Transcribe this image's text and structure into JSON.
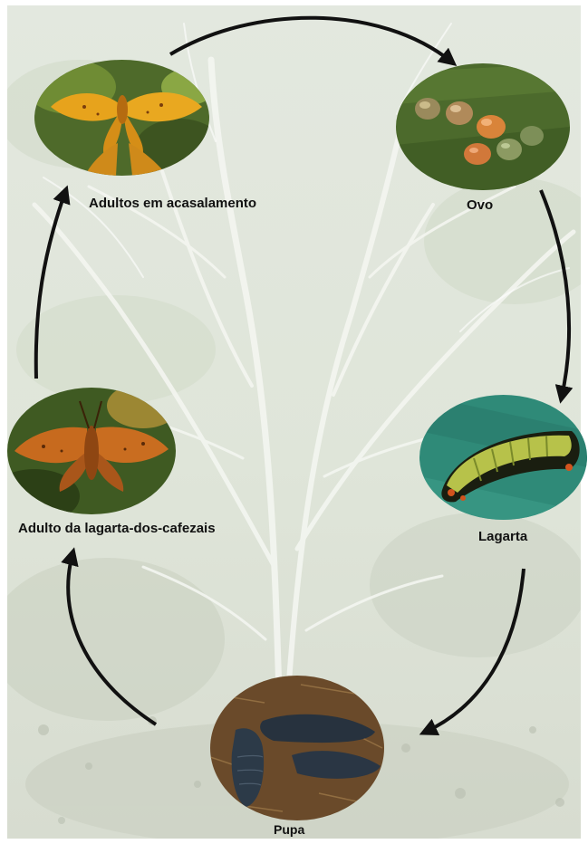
{
  "stages": [
    {
      "id": "adultos",
      "label": "Adultos em acasalamento",
      "photo": "mating-moths"
    },
    {
      "id": "ovo",
      "label": "Ovo",
      "photo": "eggs-on-leaf"
    },
    {
      "id": "lagarta",
      "label": "Lagarta",
      "photo": "caterpillar"
    },
    {
      "id": "pupa",
      "label": "Pupa",
      "photo": "pupae"
    },
    {
      "id": "adulto",
      "label": "Adulto da lagarta-dos-cafezais",
      "photo": "adult-moth"
    }
  ],
  "cycle_order": [
    "adultos",
    "ovo",
    "lagarta",
    "pupa",
    "adulto",
    "adultos"
  ],
  "colors": {
    "arrow": "#111111",
    "label": "#111111",
    "background_tint": "#e6ebe2"
  }
}
